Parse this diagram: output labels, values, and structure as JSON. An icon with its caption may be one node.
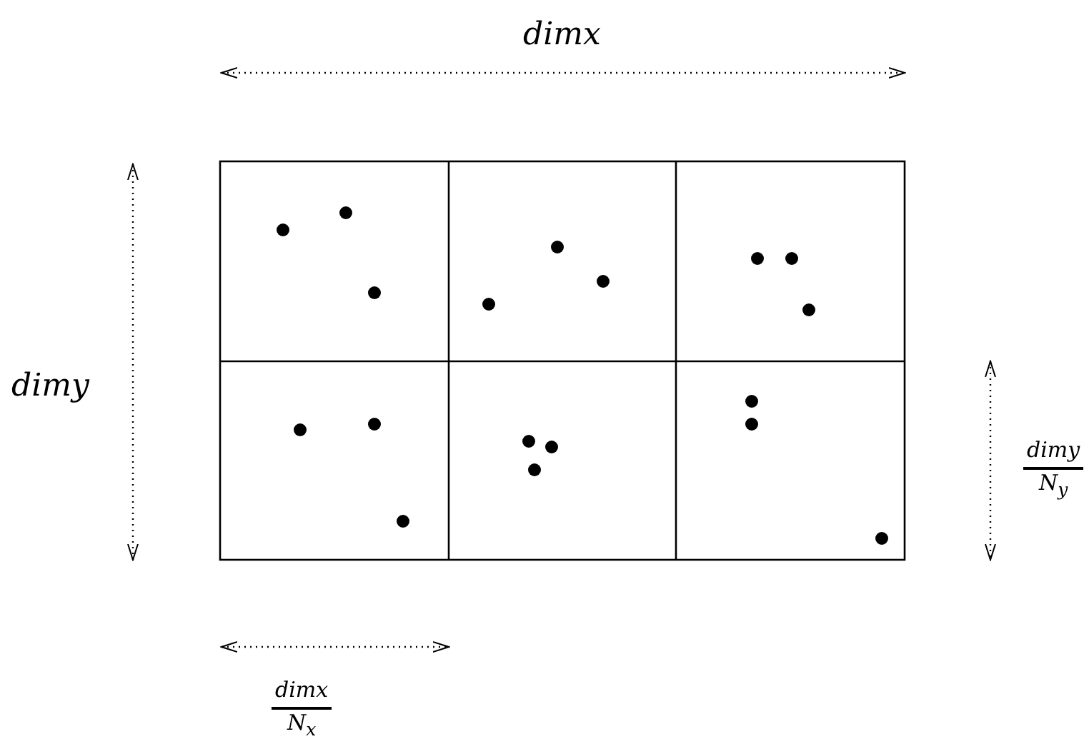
{
  "diagram": {
    "labels": [
      "dimx",
      "dimy",
      "dimy",
      "N$_{y}$",
      "dimx",
      "N$_{x}$"
    ]
  }
}
